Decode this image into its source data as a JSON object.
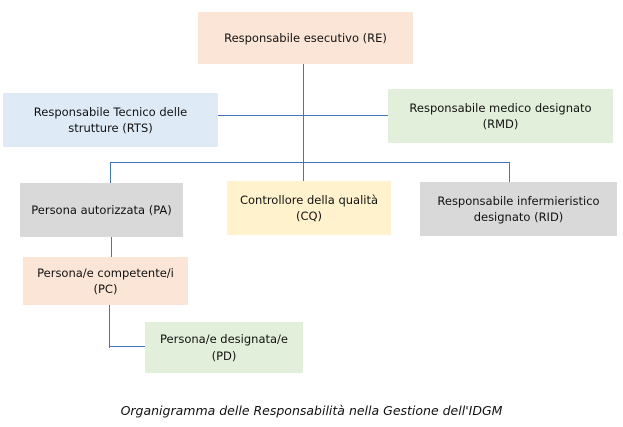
{
  "diagram": {
    "type": "org-chart",
    "caption": "Organigramma delle Responsabilità nella Gestione dell'IDGM",
    "boxes": {
      "re": {
        "label": "Responsabile esecutivo (RE)",
        "bg": "#FBE5D6"
      },
      "rts": {
        "label": "Responsabile Tecnico delle\nstrutture (RTS)",
        "bg": "#DEEBF7"
      },
      "rmd": {
        "label": "Responsabile medico designato\n(RMD)",
        "bg": "#E2EFDA"
      },
      "pa": {
        "label": "Persona autorizzata (PA)",
        "bg": "#D9D9D9"
      },
      "cq": {
        "label": "Controllore della qualità\n(CQ)",
        "bg": "#FFF2CC"
      },
      "rid": {
        "label": "Responsabile infermieristico\ndesignato (RID)",
        "bg": "#D9D9D9"
      },
      "pc": {
        "label": "Persona/e competente/i\n(PC)",
        "bg": "#FBE5D6"
      },
      "pd": {
        "label": "Persona/e designata/e\n(PD)",
        "bg": "#E2EFDA"
      }
    },
    "connections": [
      {
        "from": "RE",
        "to": "RTS"
      },
      {
        "from": "RE",
        "to": "RMD"
      },
      {
        "from": "RE",
        "to": "PA"
      },
      {
        "from": "RE",
        "to": "CQ"
      },
      {
        "from": "RE",
        "to": "RID"
      },
      {
        "from": "PA",
        "to": "PC"
      },
      {
        "from": "PC",
        "to": "PD"
      }
    ],
    "colors": {
      "line": "#4472C4",
      "text": "#111111",
      "background": "#FFFFFF",
      "peach": "#FBE5D6",
      "blue": "#DEEBF7",
      "green": "#E2EFDA",
      "yellow": "#FFF2CC",
      "gray": "#D9D9D9"
    }
  }
}
